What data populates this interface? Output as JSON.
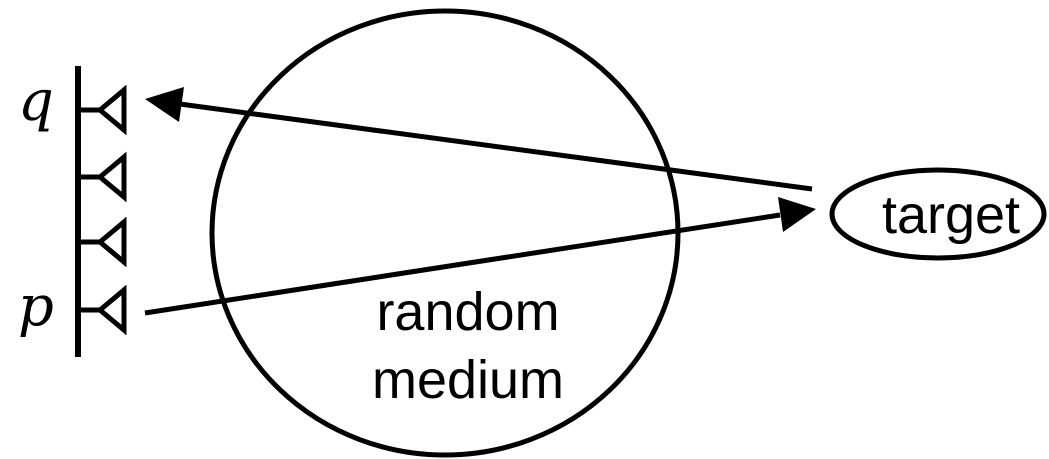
{
  "labels": {
    "q": "q",
    "p": "p",
    "target": "target",
    "medium_line1": "random",
    "medium_line2": "medium"
  },
  "colors": {
    "stroke": "#000000",
    "background": "#ffffff"
  },
  "elements": {
    "sensor_count": 4,
    "arrows": [
      {
        "from": "target",
        "to": "q"
      },
      {
        "from": "p",
        "to": "target"
      }
    ]
  }
}
